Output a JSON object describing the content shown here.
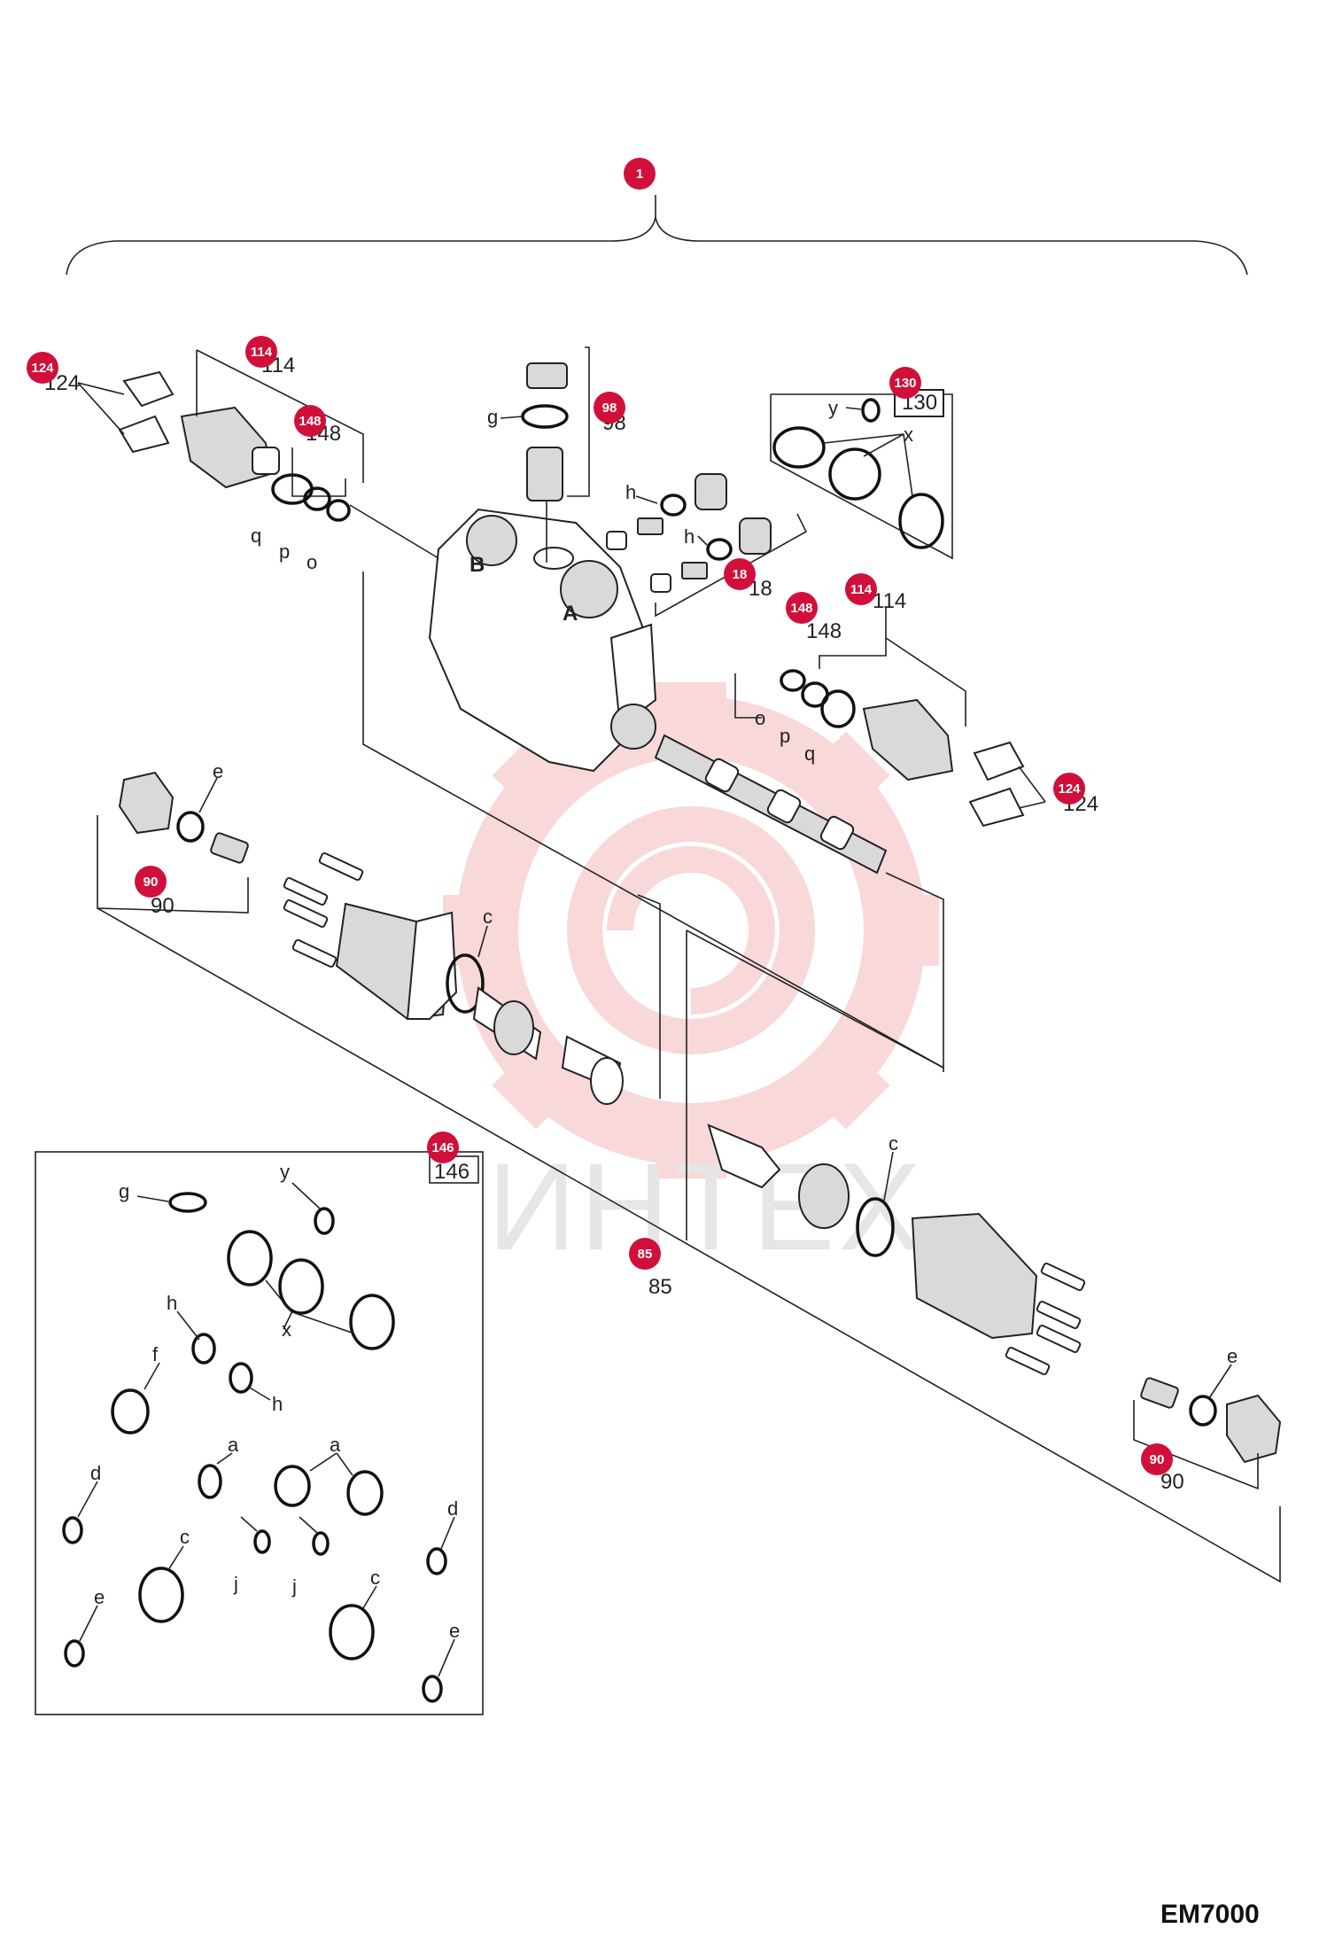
{
  "figure": {
    "code": "EM7000",
    "watermark": "ИНТЕХ"
  },
  "callouts": [
    {
      "num": "1"
    },
    {
      "num": "124"
    },
    {
      "num": "114"
    },
    {
      "num": "148"
    },
    {
      "num": "98"
    },
    {
      "num": "130"
    },
    {
      "num": "18"
    },
    {
      "num": "148"
    },
    {
      "num": "114"
    },
    {
      "num": "124"
    },
    {
      "num": "90"
    },
    {
      "num": "146"
    },
    {
      "num": "85"
    },
    {
      "num": "90"
    }
  ],
  "labels": {
    "l124a": "124",
    "l114a": "114",
    "l148a": "148",
    "l98": "98",
    "l130": "130",
    "l18": "18",
    "l148b": "148",
    "l114b": "114",
    "l124b": "124",
    "l90a": "90",
    "l85": "85",
    "l90b": "90",
    "l146": "146",
    "g1": "g",
    "y1": "y",
    "x1": "x",
    "h1": "h",
    "h2": "h",
    "q1": "q",
    "p1": "p",
    "o1": "o",
    "o2": "o",
    "p2": "p",
    "q2": "q",
    "e1": "e",
    "c1": "c",
    "c2": "c",
    "e2": "e",
    "B": "B",
    "A": "A",
    "k_g": "g",
    "k_y": "y",
    "k_x": "x",
    "k_h1": "h",
    "k_h2": "h",
    "k_f": "f",
    "k_a1": "a",
    "k_a2": "a",
    "k_d1": "d",
    "k_d2": "d",
    "k_c1": "c",
    "k_c2": "c",
    "k_j1": "j",
    "k_j2": "j",
    "k_e1": "e",
    "k_e2": "e"
  },
  "colors": {
    "callout": "#d0103a",
    "watermark": "#f3b9b9"
  }
}
